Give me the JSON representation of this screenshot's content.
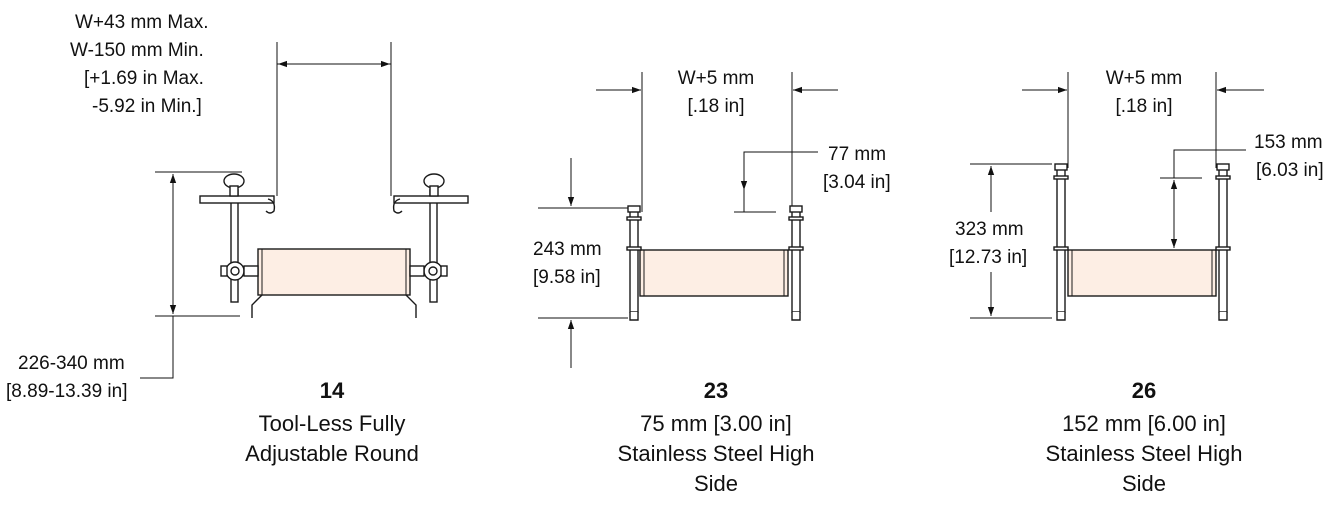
{
  "diagrams": [
    {
      "id": "14",
      "number": "14",
      "caption": [
        "Tool-Less Fully",
        "Adjustable Round"
      ],
      "width_dim": [
        "W+43 mm Max.",
        "W-150 mm Min.",
        "[+1.69 in Max.",
        "-5.92 in Min.]"
      ],
      "height_dim": [
        "226-340 mm",
        "[8.89-13.39 in]"
      ]
    },
    {
      "id": "23",
      "number": "23",
      "caption": [
        "75 mm [3.00 in]",
        "Stainless Steel High",
        "Side"
      ],
      "width_dim": [
        "W+5 mm",
        "[.18 in]"
      ],
      "side_dim": [
        "77 mm",
        "[3.04 in]"
      ],
      "height_dim": [
        "243 mm",
        "[9.58 in]"
      ]
    },
    {
      "id": "26",
      "number": "26",
      "caption": [
        "152 mm [6.00 in]",
        "Stainless Steel High",
        "Side"
      ],
      "width_dim": [
        "W+5 mm",
        "[.18 in]"
      ],
      "side_dim": [
        "153 mm",
        "[6.03 in]"
      ],
      "height_dim": [
        "323 mm",
        "[12.73 in]"
      ]
    }
  ],
  "colors": {
    "roller_fill": "#fdeee4",
    "line": "#1a1a1a"
  }
}
